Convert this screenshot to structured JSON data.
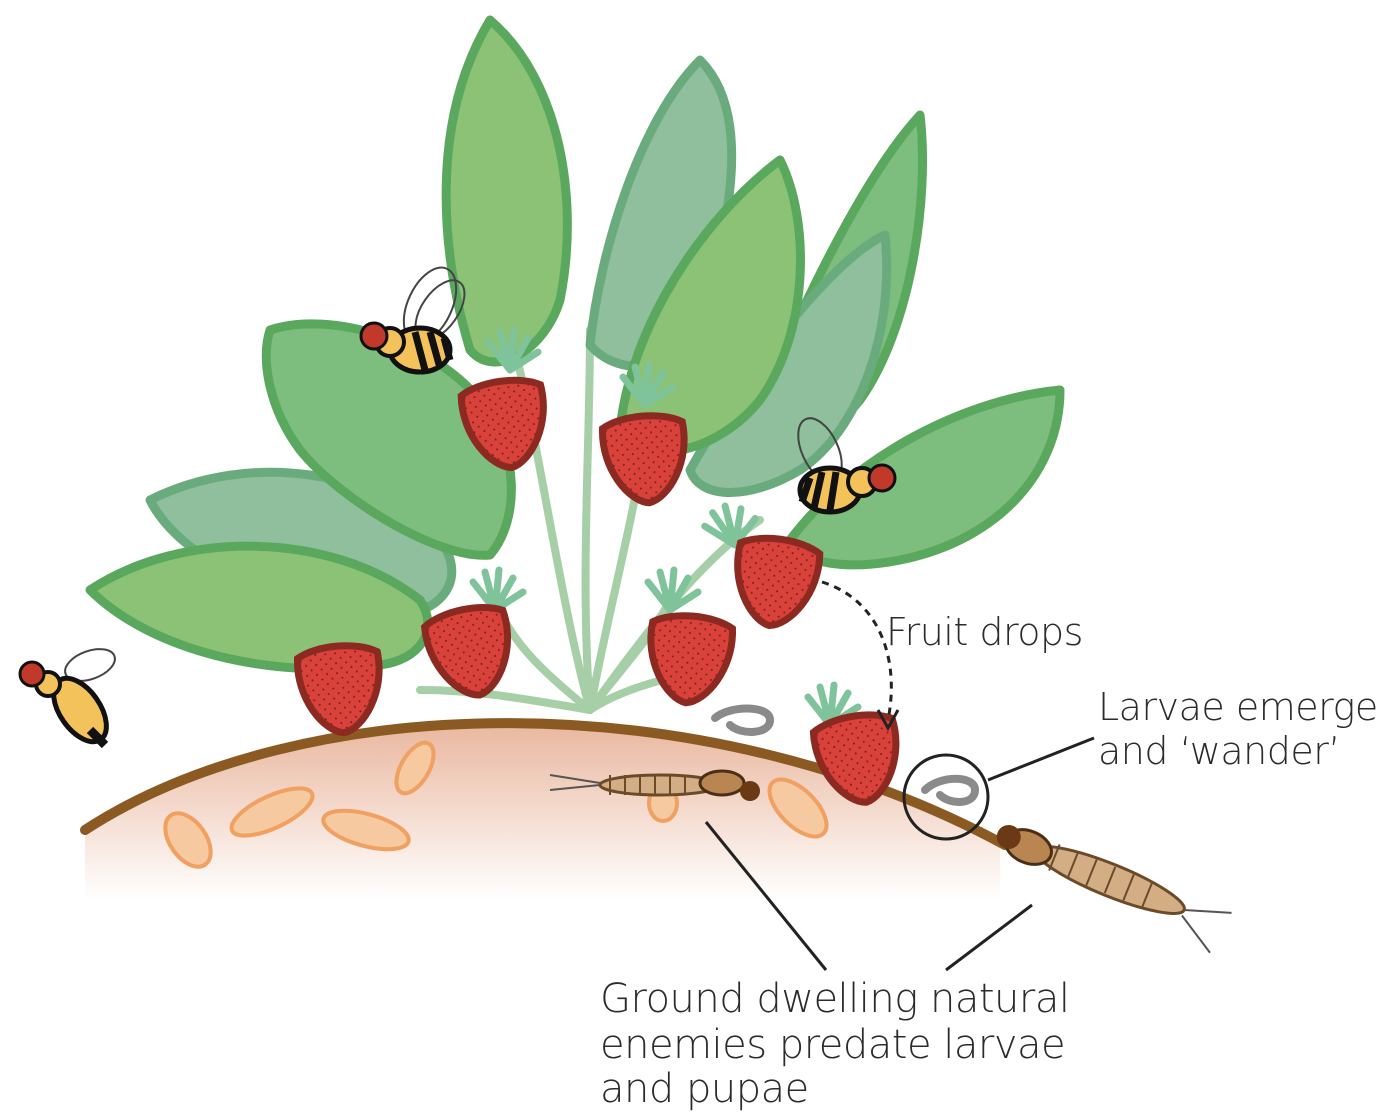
{
  "labels": {
    "fruit_drops": "Fruit drops",
    "larvae_emerge": [
      "Larvae emerge",
      "and ‘wander’"
    ],
    "ground_enemies": [
      "Ground dwelling natural",
      "enemies predate larvae",
      "and pupae"
    ]
  },
  "colors": {
    "leaf_light": "#8cc276",
    "leaf_mid": "#7dbd7e",
    "leaf_dark": "#8fbf9c",
    "leaf_stroke": "#5aa85e",
    "soil_line": "#8b5a22",
    "soil_fill": "#f3d9cc",
    "strawberry": "#d9423a",
    "strawberry_stroke": "#8c2a22",
    "pupa": "#f0a868",
    "fly_body": "#f3c25a",
    "earwig": "#b98652"
  }
}
